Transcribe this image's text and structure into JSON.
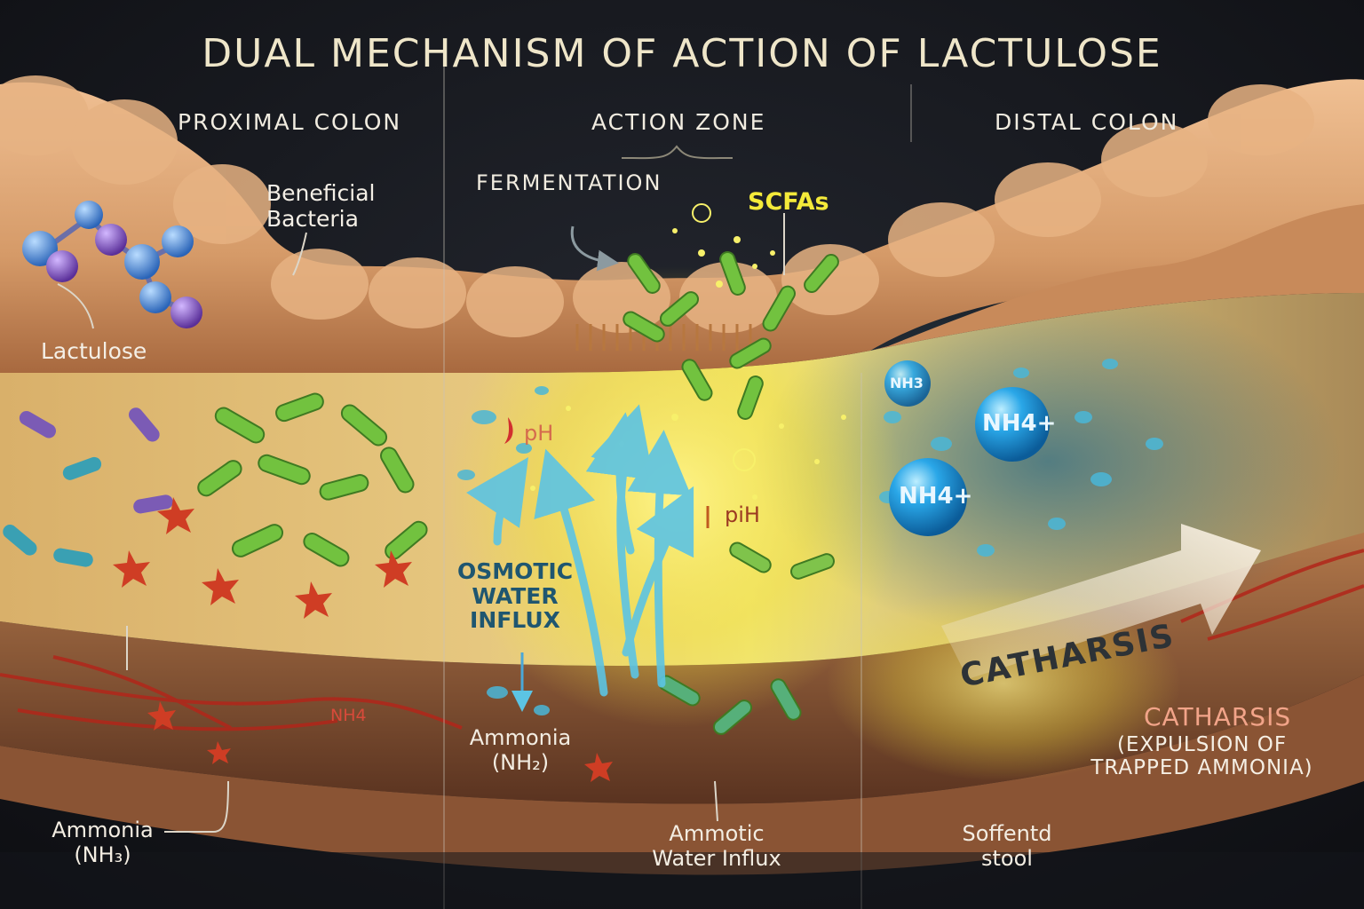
{
  "title": "DUAL MECHANISM OF ACTION OF LACTULOSE",
  "zones": {
    "proximal": "PROXIMAL COLON",
    "action": "ACTION ZONE",
    "distal": "DISTAL COLON"
  },
  "labels": {
    "beneficial_bacteria": "Beneficial\nBacteria",
    "lactulose": "Lactulose",
    "fermentation": "FERMENTATION",
    "scfas": "SCFAs",
    "ph_left": "pH",
    "ph_right": "piH",
    "osmotic": "OSMOTIC\nWATER\nINFLUX",
    "nh3_small": "NH3",
    "nh4_upper": "NH4+",
    "nh4_lower": "NH4+",
    "nh_vessel": "NH4",
    "catharsis_arrow": "CATHARSIS",
    "catharsis_title": "CATHARSIS",
    "catharsis_sub": "(EXPULSION OF\nTRAPPED AMMONIA)",
    "ammonia_center": "Ammonia\n(NH₂)",
    "ammonia_left": "Ammonia\n(NH₃)",
    "ammotic": "Ammotic\nWater Influx",
    "softened_stool": "Soffentd\nstool"
  },
  "colors": {
    "background": "#14161c",
    "colon_wall": "#d9a070",
    "lumen": "#e2c17e",
    "action_glow": "#f3ea4a",
    "bacteria_green": "#6cbf3c",
    "ammonia_red": "#c0392b",
    "nh4_blue": "#2aa7e8",
    "water_arrow": "#5cc4e4",
    "lactulose_blue": "#3f86d8",
    "lactulose_purple": "#7a4bb8"
  }
}
